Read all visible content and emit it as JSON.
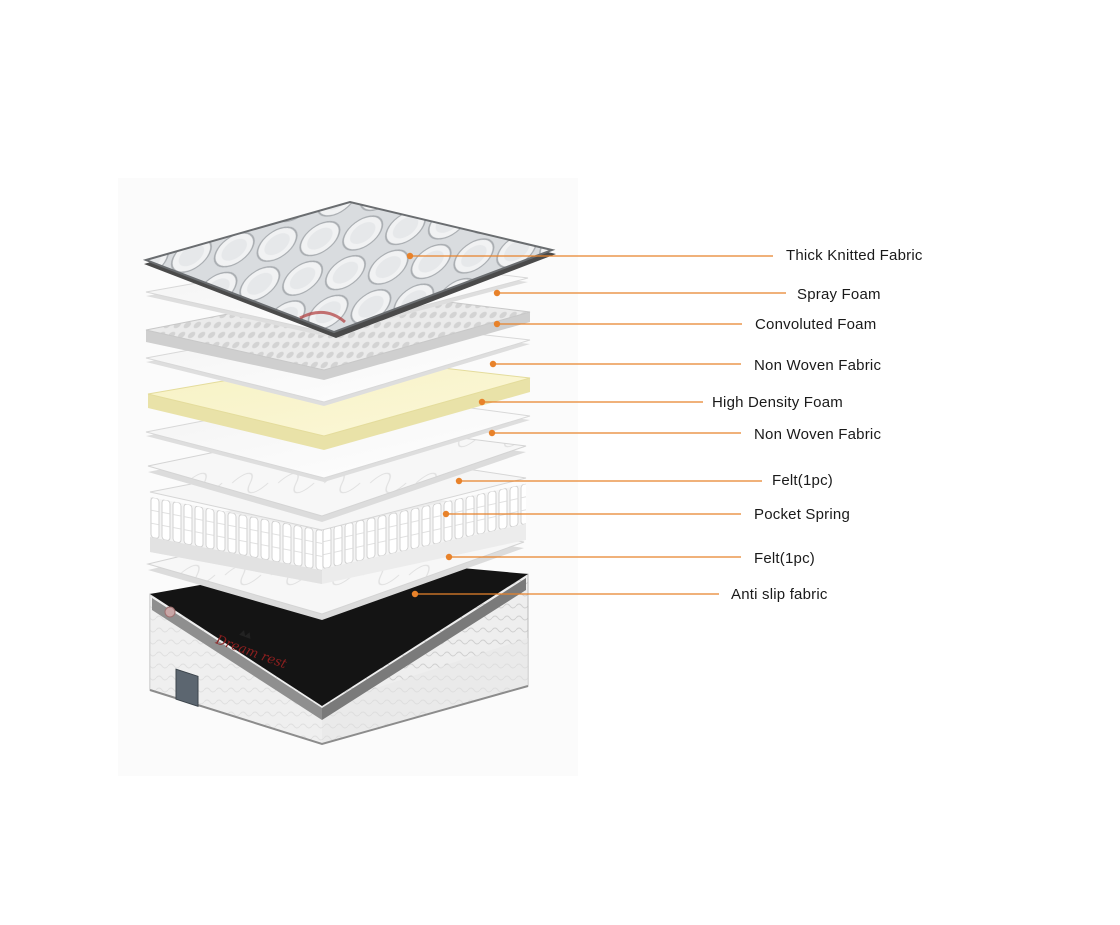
{
  "accent_color": "#e8822a",
  "brand": {
    "logo_text": "Dream rest",
    "crown_icon": "crown-icon"
  },
  "layers": [
    {
      "id": "thick-knitted-fabric",
      "label": "Thick Knitted Fabric"
    },
    {
      "id": "spray-foam",
      "label": "Spray Foam"
    },
    {
      "id": "convoluted-foam",
      "label": "Convoluted Foam"
    },
    {
      "id": "non-woven-fabric-1",
      "label": "Non Woven Fabric"
    },
    {
      "id": "high-density-foam",
      "label": "High Density Foam"
    },
    {
      "id": "non-woven-fabric-2",
      "label": "Non Woven Fabric"
    },
    {
      "id": "felt-1",
      "label": "Felt(1pc)"
    },
    {
      "id": "pocket-spring",
      "label": "Pocket Spring"
    },
    {
      "id": "felt-2",
      "label": "Felt(1pc)"
    },
    {
      "id": "anti-slip-fabric",
      "label": "Anti slip fabric"
    }
  ]
}
